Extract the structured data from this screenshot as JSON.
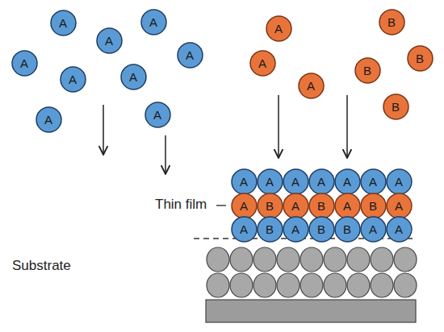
{
  "diagram": {
    "nodes": [
      {
        "text": [
          "A"
        ]
      },
      {
        "text": [
          "A"
        ]
      },
      {
        "text": [
          "A"
        ]
      },
      {
        "text": [
          "A"
        ]
      },
      {
        "text": [
          "A"
        ]
      },
      {
        "text": [
          "A"
        ]
      },
      {
        "text": [
          "A"
        ]
      },
      {
        "text": [
          "A"
        ]
      },
      {
        "text": [
          "A"
        ]
      },
      {
        "text": [
          "A"
        ]
      },
      {
        "text": [
          "B"
        ]
      },
      {
        "text": [
          "A"
        ]
      },
      {
        "text": [
          "B"
        ]
      },
      {
        "text": [
          "B"
        ]
      },
      {
        "text": [
          "A"
        ]
      },
      {
        "text": [
          "B"
        ]
      },
      {
        "text": [
          "A"
        ]
      },
      {
        "text": [
          "A"
        ]
      },
      {
        "text": [
          "A"
        ]
      },
      {
        "text": [
          "A"
        ]
      },
      {
        "text": [
          "A"
        ]
      },
      {
        "text": [
          "A"
        ]
      },
      {
        "text": [
          "A"
        ]
      },
      {
        "text": [
          "A"
        ]
      },
      {
        "text": [
          "B"
        ]
      },
      {
        "text": [
          "A"
        ]
      },
      {
        "text": [
          "B"
        ]
      },
      {
        "text": [
          "A"
        ]
      },
      {
        "text": [
          "B"
        ]
      },
      {
        "text": [
          "A"
        ]
      },
      {
        "text": [
          "A"
        ]
      },
      {
        "text": [
          "B"
        ]
      },
      {
        "text": [
          "A"
        ]
      },
      {
        "text": [
          "B"
        ]
      },
      {
        "text": [
          "B"
        ]
      },
      {
        "text": [
          "A"
        ]
      },
      {
        "text": [
          "A"
        ]
      }
    ],
    "labels": [
      "Thin film",
      "Substrate"
    ]
  }
}
